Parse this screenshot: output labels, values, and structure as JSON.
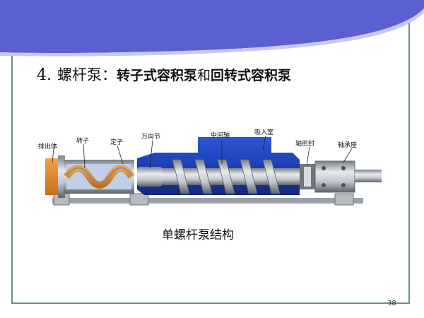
{
  "title": {
    "number": "4.",
    "name": "螺杆泵：",
    "part1": "转子式容积泵",
    "connector": "和",
    "part2": "回转式容积泵"
  },
  "diagram": {
    "labels": {
      "discharge": "排出体",
      "rotor": "转子",
      "stator": "定子",
      "universal_joint": "万向节",
      "intermediate_shaft": "中间轴",
      "suction_chamber": "吸入室",
      "shaft_seal": "轴密封",
      "bearing_seat": "轴承座"
    },
    "caption": "单螺杆泵结构"
  },
  "page_number": "38",
  "colors": {
    "banner": "#5b5fcf",
    "frame": "#6d8f89",
    "pump_blue": "#1d3fb3",
    "rotor_orange": "#e8892a"
  }
}
